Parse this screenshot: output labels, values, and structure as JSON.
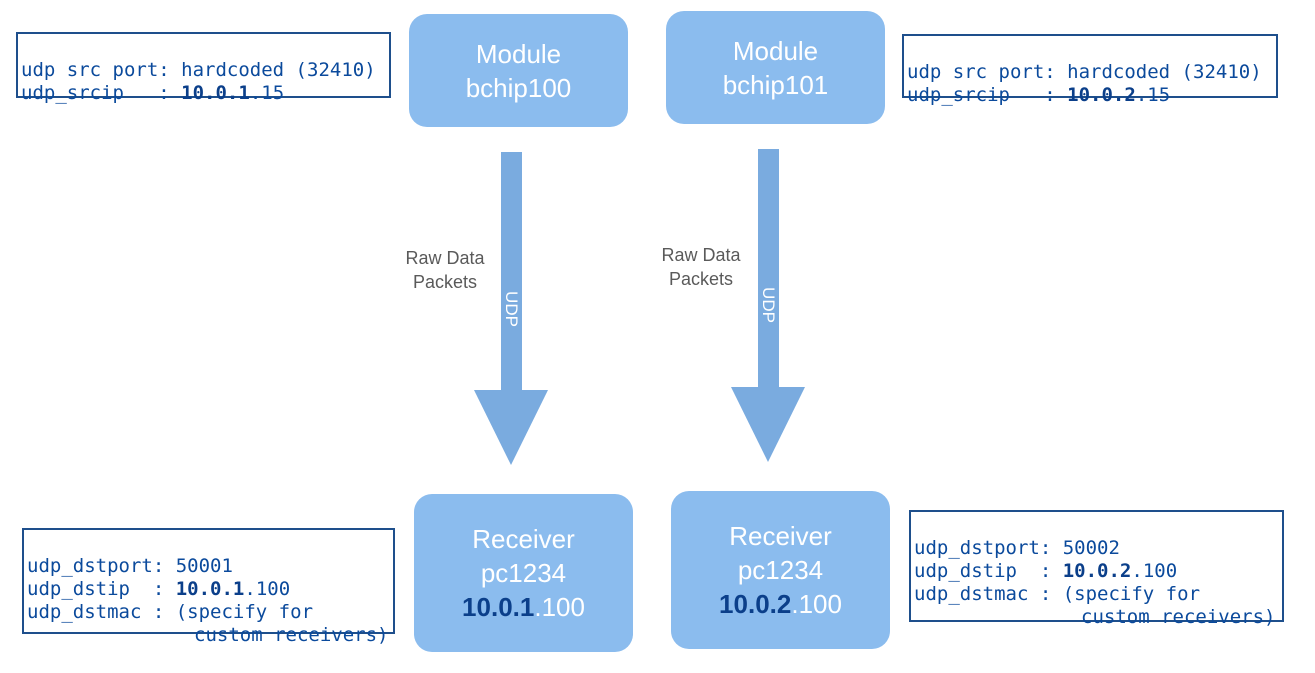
{
  "modules": [
    {
      "title": "Module",
      "name": "bchip100"
    },
    {
      "title": "Module",
      "name": "bchip101"
    }
  ],
  "receivers": [
    {
      "title": "Receiver",
      "name": "pc1234",
      "ip_subnet": "10.0.1",
      "ip_host": ".100"
    },
    {
      "title": "Receiver",
      "name": "pc1234",
      "ip_subnet": "10.0.2",
      "ip_host": ".100"
    }
  ],
  "edges": [
    {
      "label_line1": "Raw Data",
      "label_line2": "Packets",
      "protocol": "UDP"
    },
    {
      "label_line1": "Raw Data",
      "label_line2": "Packets",
      "protocol": "UDP"
    }
  ],
  "source_info": [
    {
      "port_key": "udp src port:",
      "port_value": "hardcoded (32410)",
      "ip_key": "udp_srcip   :",
      "ip_subnet": "10.0.1",
      "ip_host": ".15"
    },
    {
      "port_key": "udp src port:",
      "port_value": "hardcoded (32410)",
      "ip_key": "udp_srcip   :",
      "ip_subnet": "10.0.2",
      "ip_host": ".15"
    }
  ],
  "dest_info": [
    {
      "port_key": "udp_dstport:",
      "port_value": "50001",
      "ip_key": "udp_dstip  :",
      "ip_subnet": "10.0.1",
      "ip_host": ".100",
      "mac_key": "udp_dstmac :",
      "mac_line1": "(specify for",
      "mac_line2": "custom receivers)"
    },
    {
      "port_key": "udp_dstport:",
      "port_value": "50002",
      "ip_key": "udp_dstip  :",
      "ip_subnet": "10.0.2",
      "ip_host": ".100",
      "mac_key": "udp_dstmac :",
      "mac_line1": "(specify for",
      "mac_line2": "custom receivers)"
    }
  ],
  "colors": {
    "node_fill": "#8bbcee",
    "arrow_fill": "#7aabdf",
    "box_border": "#1e4f8c",
    "mono_text": "#0b4a9c",
    "label_text": "#5a5a5a"
  }
}
